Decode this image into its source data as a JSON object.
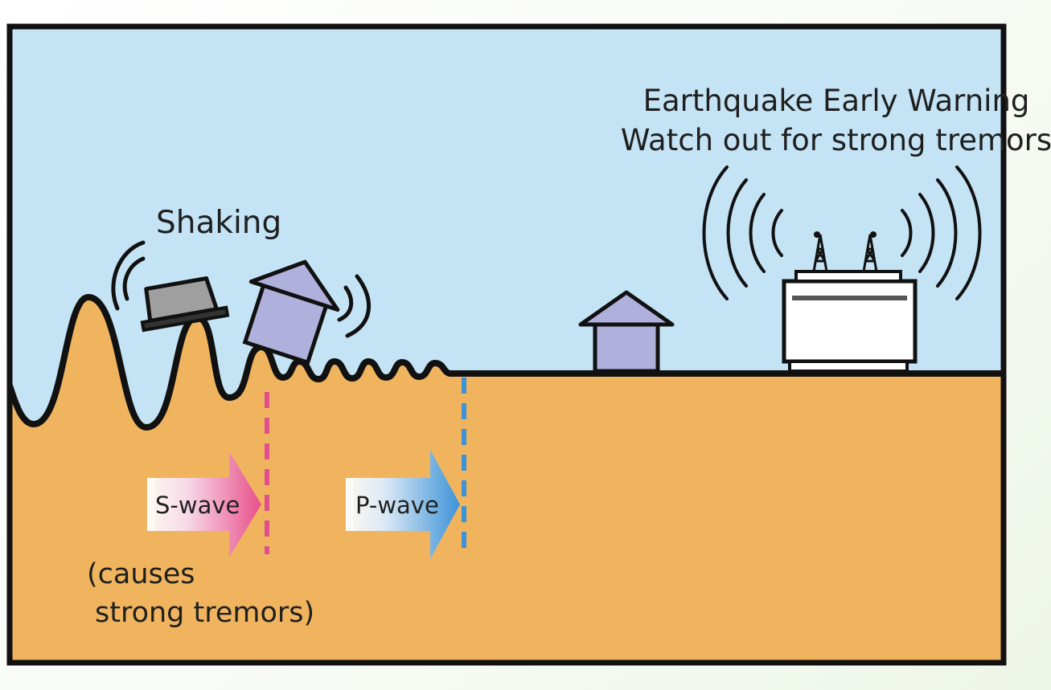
{
  "diagram": {
    "warning_line1": "Earthquake Early Warning",
    "warning_line2": "Watch out for strong tremors",
    "shaking_label": "Shaking",
    "s_wave_label": "S-wave",
    "p_wave_label": "P-wave",
    "s_wave_note_line1": "(causes",
    "s_wave_note_line2": "strong tremors)",
    "colors": {
      "sky": "#c4e4f5",
      "ground": "#f0b45e",
      "outline": "#111111",
      "house": "#b0b0dd",
      "laptop_screen": "#9f9f9f",
      "s_wave_arrow": "#e8508a",
      "p_wave_arrow": "#3d93d8",
      "s_wave_front": "#e0508e",
      "p_wave_front": "#3d93d8"
    }
  }
}
